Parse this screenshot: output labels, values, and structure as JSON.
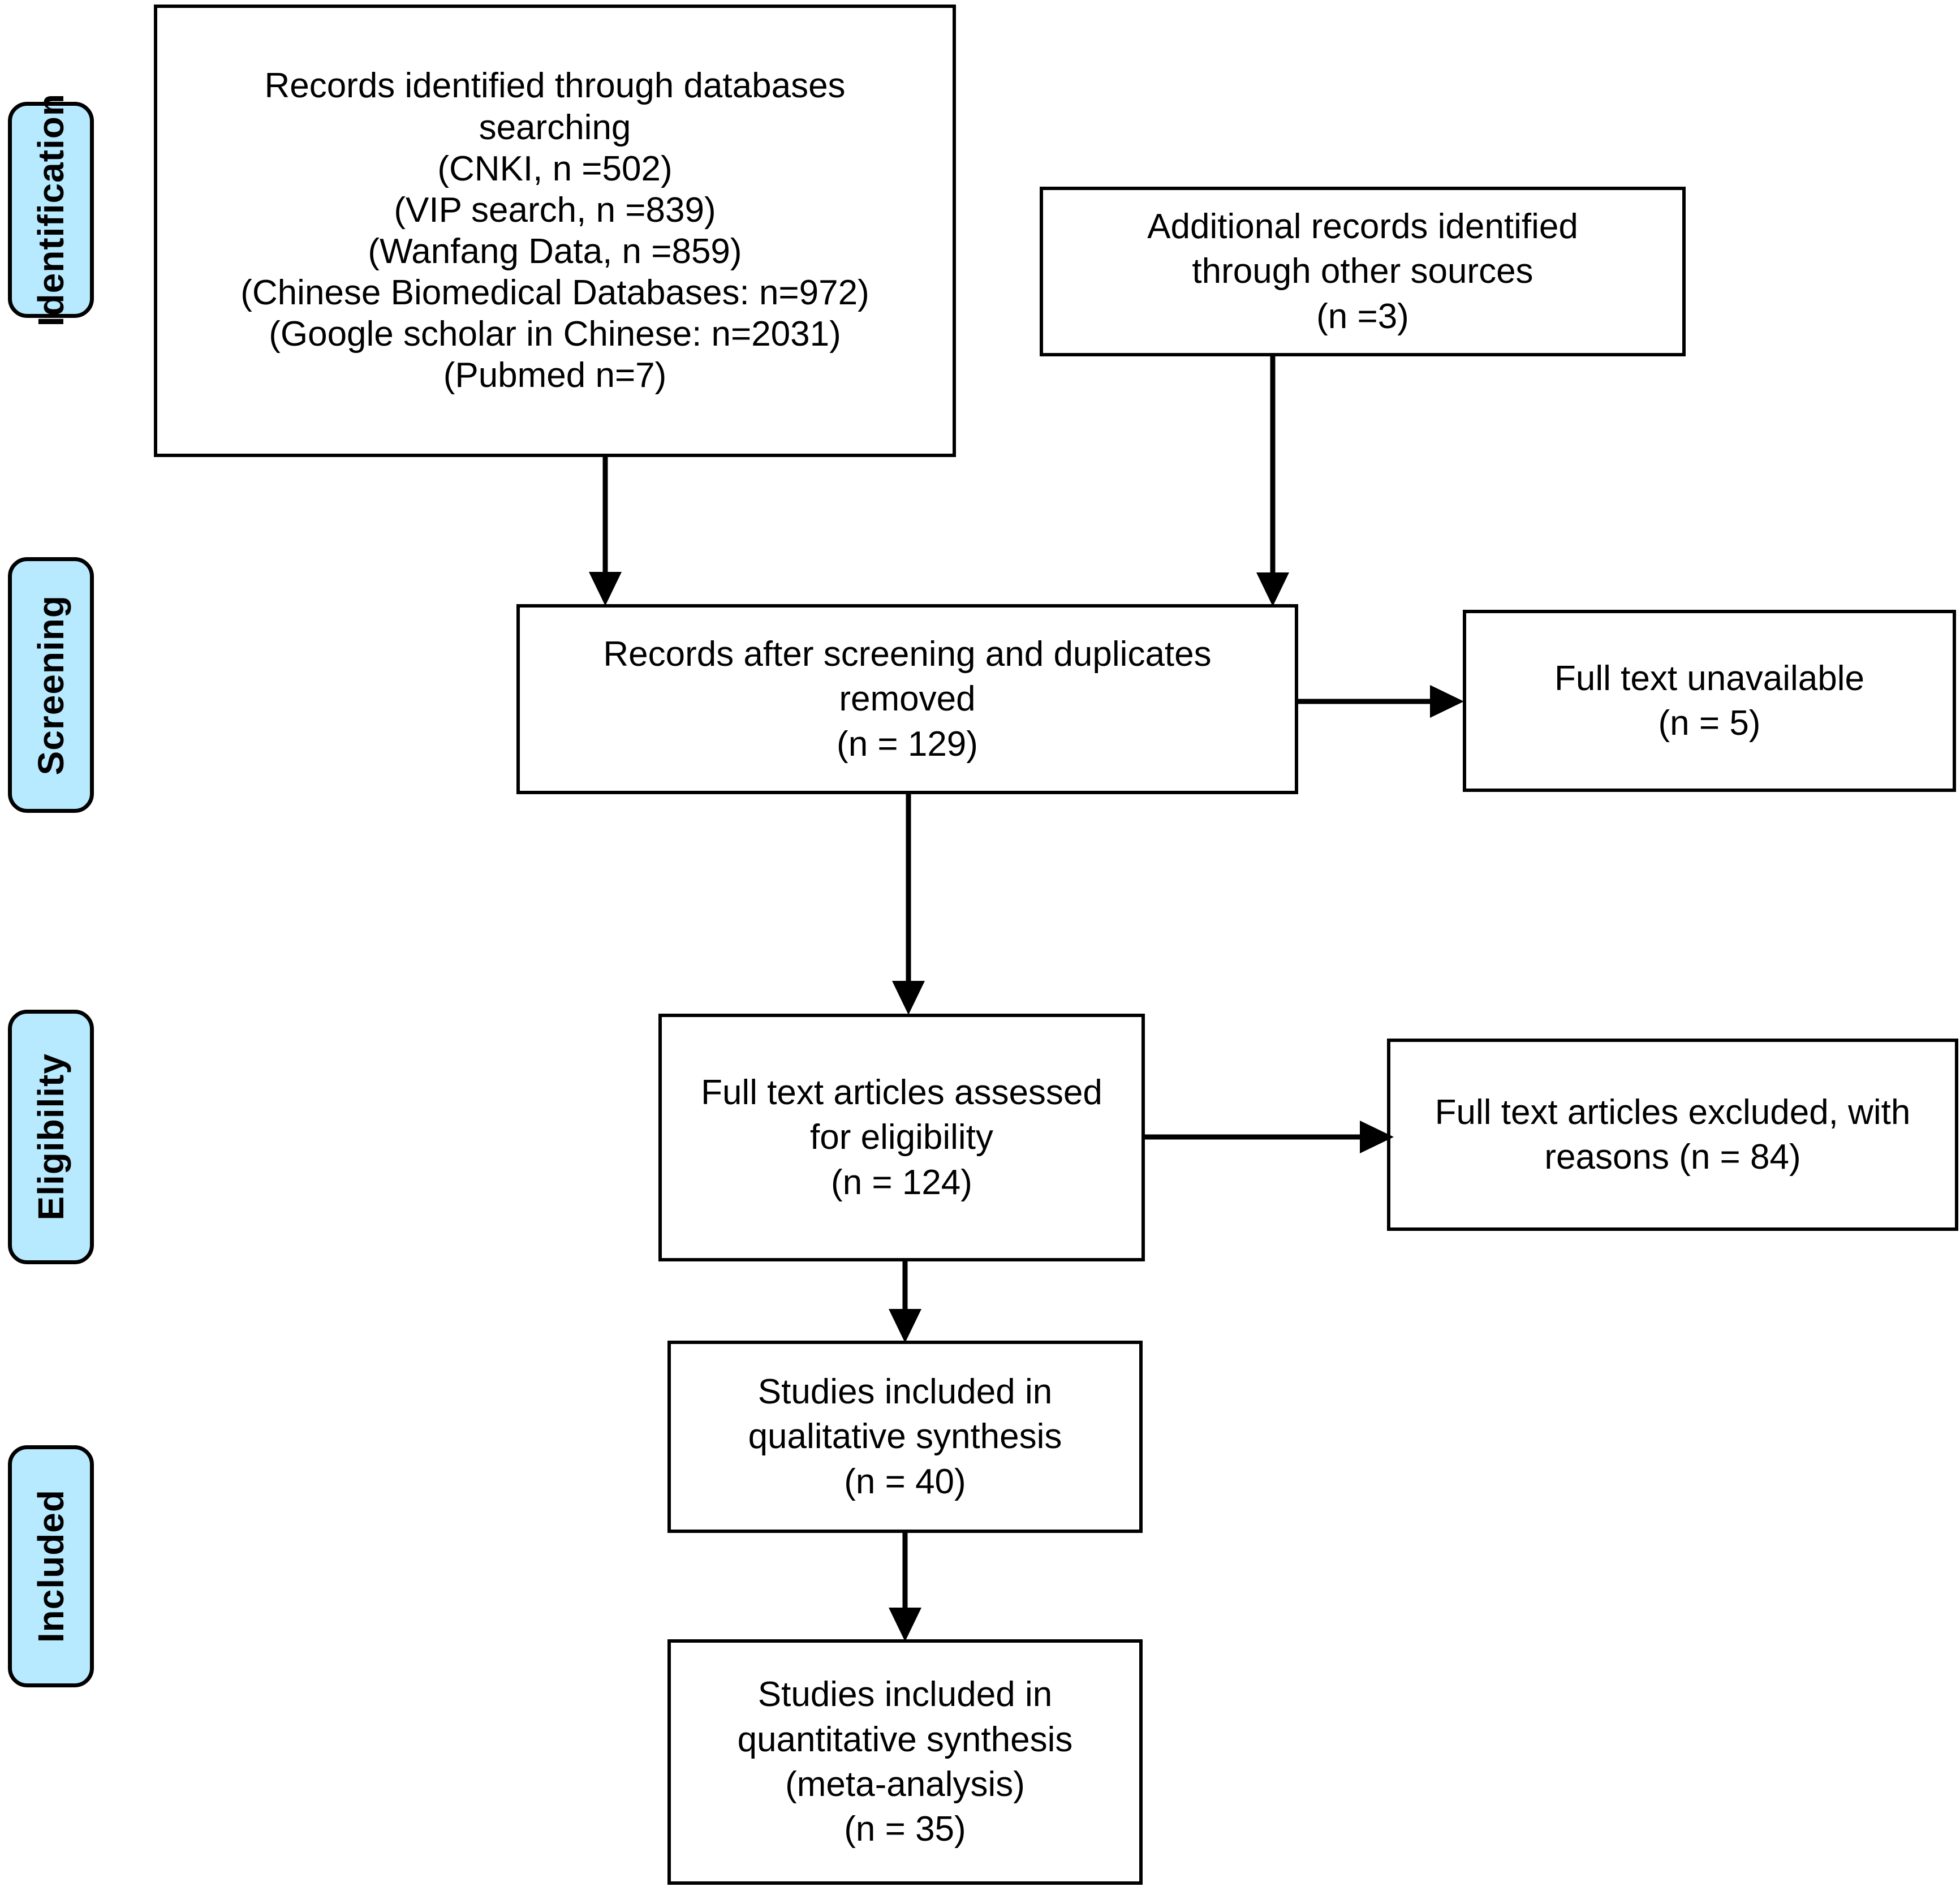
{
  "diagram": {
    "type": "prisma-flow-diagram",
    "title": "PRISMA study selection flow diagram",
    "accent_color": "#b7e9ff",
    "line_color": "#000000",
    "background_color": "#ffffff"
  },
  "stages": [
    {
      "label": "Identification"
    },
    {
      "label": "Screening"
    },
    {
      "label": "Eligibility"
    },
    {
      "label": "Included"
    }
  ],
  "boxes": {
    "records_identified": {
      "text": "Records identified through databases\nsearching\n(CNKI, n =502)\n(VIP search, n =839)\n(Wanfang Data, n =859)\n(Chinese Biomedical Databases: n=972)\n(Google scholar in Chinese: n=2031)\n(Pubmed n=7)"
    },
    "additional_records": {
      "text": "Additional records identified\nthrough other sources\n(n =3)"
    },
    "records_after_screening": {
      "text": "Records after screening and duplicates\nremoved\n(n = 129)"
    },
    "full_text_unavailable": {
      "text": "Full text unavailable\n(n = 5)"
    },
    "full_text_assessed": {
      "text": "Full text articles assessed\nfor eligibility\n(n = 124)"
    },
    "full_text_excluded": {
      "text": "Full text articles excluded, with\nreasons (n = 84)"
    },
    "qualitative_synthesis": {
      "text": "Studies included in\nqualitative synthesis\n(n = 40)"
    },
    "quantitative_synthesis": {
      "text": "Studies included in\nquantitative synthesis\n(meta-analysis)\n(n = 35)"
    }
  },
  "counts": {
    "cnki": 502,
    "vip_search": 839,
    "wanfang_data": 859,
    "chinese_biomedical_databases": 972,
    "google_scholar_chinese": 2031,
    "pubmed": 7,
    "additional_records": 3,
    "records_after_screening_and_duplicates_removed": 129,
    "full_text_unavailable": 5,
    "full_text_assessed_for_eligibility": 124,
    "full_text_excluded_with_reasons": 84,
    "studies_qualitative_synthesis": 40,
    "studies_quantitative_synthesis": 35
  }
}
